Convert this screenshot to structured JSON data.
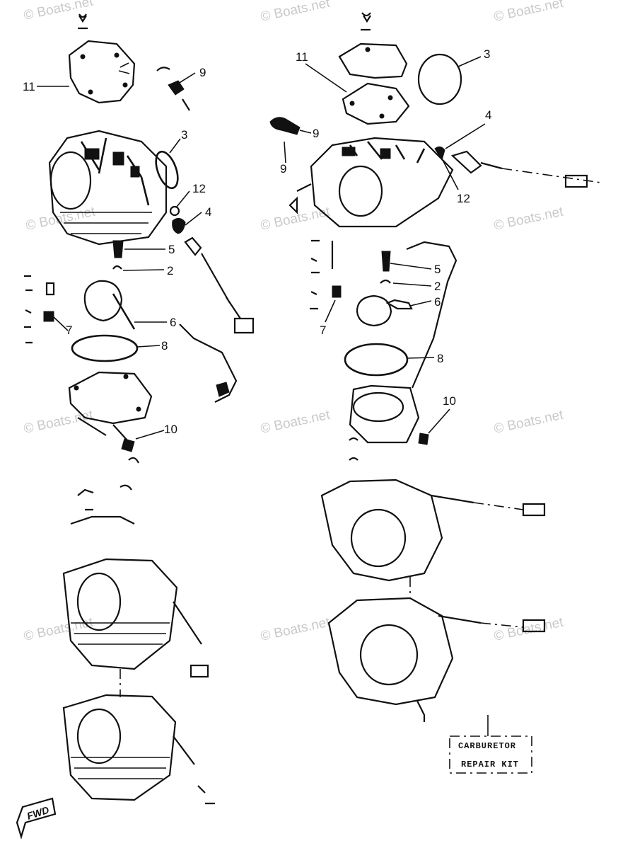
{
  "watermark": "© Boats.net",
  "callouts": {
    "n2": "2",
    "n3": "3",
    "n4": "4",
    "n5": "5",
    "n6": "6",
    "n7": "7",
    "n8": "8",
    "n9": "9",
    "n10": "10",
    "n11": "11",
    "n12": "12"
  },
  "repair_kit": {
    "line1": "CARBURETOR",
    "line2": "REPAIR KIT"
  },
  "fwd_label": "FWD"
}
